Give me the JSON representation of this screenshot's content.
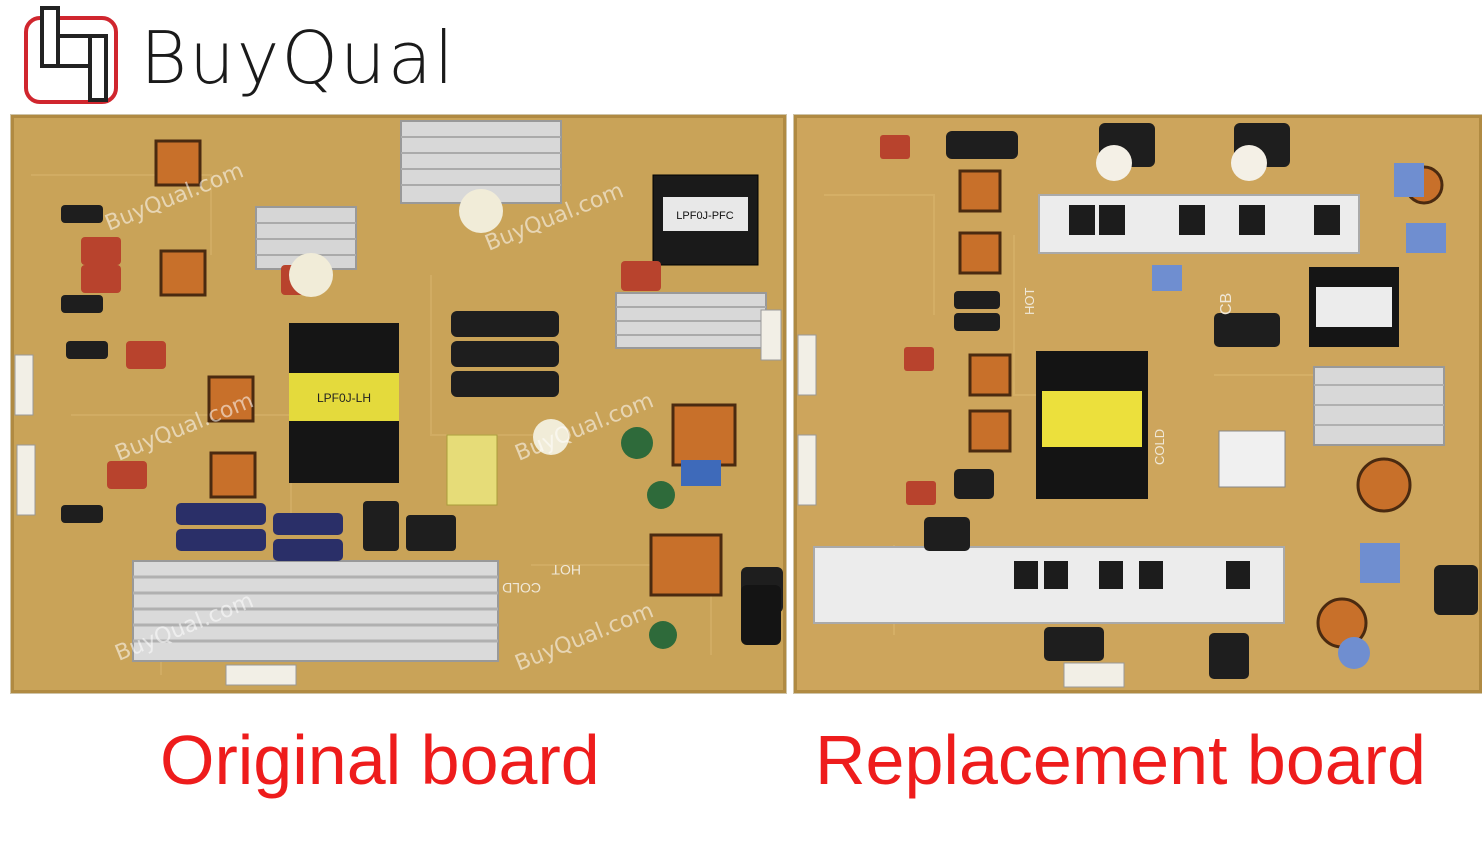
{
  "header": {
    "brand": "BuyQual"
  },
  "watermark": {
    "text": "BuyQual.com"
  },
  "boards": {
    "left": {
      "caption": "Original board",
      "labels": {
        "hot": "HOT",
        "cold": "COLD",
        "transformer": "LPF0J-LH",
        "pfc": "LPF0J-PFC"
      }
    },
    "right": {
      "caption": "Replacement board",
      "labels": {
        "hot": "HOT",
        "cold": "COLD",
        "cb": "CB"
      }
    }
  },
  "colors": {
    "caption": "#ee1c1c",
    "pcb": "#caa45a",
    "heatsink": "#d9d9d9",
    "logo_red": "#d0262e"
  }
}
